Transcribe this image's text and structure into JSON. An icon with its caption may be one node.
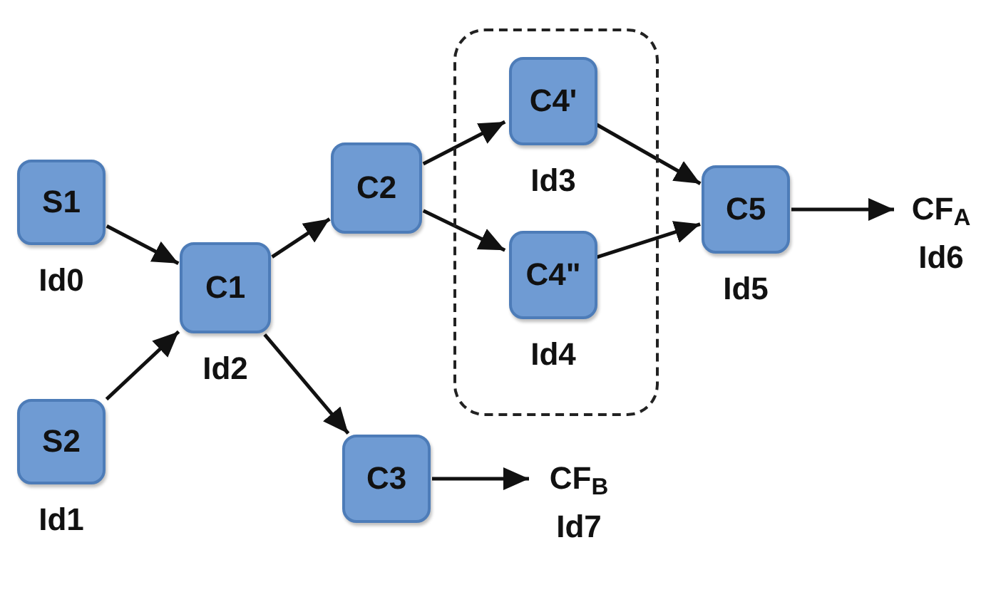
{
  "diagram": {
    "nodes": [
      {
        "text": [
          "S1"
        ],
        "beside": [
          "Id0"
        ]
      },
      {
        "text": [
          "S2"
        ],
        "beside": [
          "Id1"
        ]
      },
      {
        "text": [
          "C1"
        ],
        "beside": [
          "Id2"
        ]
      },
      {
        "text": [
          "C2"
        ]
      },
      {
        "text": [
          "C3"
        ]
      },
      {
        "text": [],
        "shape": "box"
      },
      {
        "text": [
          "C4'"
        ],
        "in": 5,
        "beside": [
          "Id3"
        ]
      },
      {
        "text": [
          "C4\""
        ],
        "in": 5,
        "beside": [
          "Id4"
        ]
      },
      {
        "text": [
          "C5"
        ],
        "beside": [
          "Id5"
        ]
      },
      {
        "text": [
          "CF$_{A}$"
        ],
        "beside": [
          "Id6"
        ]
      },
      {
        "text": [
          "CF$_{B}$"
        ],
        "beside": [
          "Id7"
        ]
      }
    ],
    "edges": [
      {
        "from": 0,
        "to": 2,
        "arrow": "to"
      },
      {
        "from": 1,
        "to": 2,
        "arrow": "to"
      },
      {
        "from": 2,
        "to": 3,
        "arrow": "to"
      },
      {
        "from": 2,
        "to": 4,
        "arrow": "to"
      },
      {
        "from": 3,
        "to": 6,
        "arrow": "to"
      },
      {
        "from": 3,
        "to": 7,
        "arrow": "to"
      },
      {
        "from": 6,
        "to": 8,
        "arrow": "to"
      },
      {
        "from": 7,
        "to": 8,
        "arrow": "to"
      },
      {
        "from": 8,
        "to": 9,
        "arrow": "to"
      },
      {
        "from": 4,
        "to": 10,
        "arrow": "to"
      }
    ]
  }
}
